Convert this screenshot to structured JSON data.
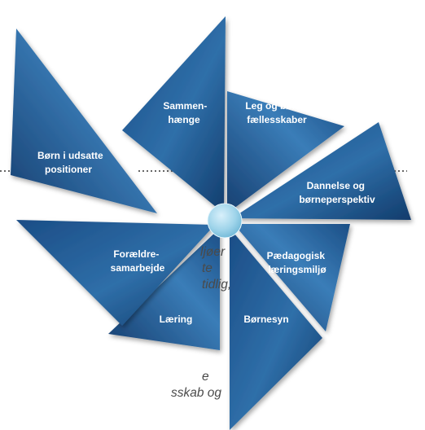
{
  "diagram": {
    "segments": [
      {
        "id": "sammenhaenge",
        "lines": [
          "Sammen-",
          "hænge"
        ]
      },
      {
        "id": "leg",
        "lines": [
          "Leg og børne-",
          "fællesskaber"
        ]
      },
      {
        "id": "dannelse",
        "lines": [
          "Dannelse og",
          "børneperspektiv"
        ]
      },
      {
        "id": "paedagogisk",
        "lines": [
          "Pædagogisk",
          "læringsmiljø"
        ]
      },
      {
        "id": "boernesyn",
        "lines": [
          "Børnesyn"
        ]
      },
      {
        "id": "laering",
        "lines": [
          "Læring"
        ]
      },
      {
        "id": "foraeldre",
        "lines": [
          "Forældre-",
          "samarbejde"
        ]
      },
      {
        "id": "udsatte",
        "lines": [
          "Børn i udsatte",
          "positioner"
        ]
      }
    ]
  },
  "background_text": {
    "lines": [
      "ljøer",
      "te",
      "tidlig,",
      "",
      "e",
      "sskab og"
    ]
  },
  "colors": {
    "segment_dark": "#0d3563",
    "segment_light": "#3f86bf",
    "hub": "#9fd4ea",
    "dotted_line": "#333333"
  }
}
